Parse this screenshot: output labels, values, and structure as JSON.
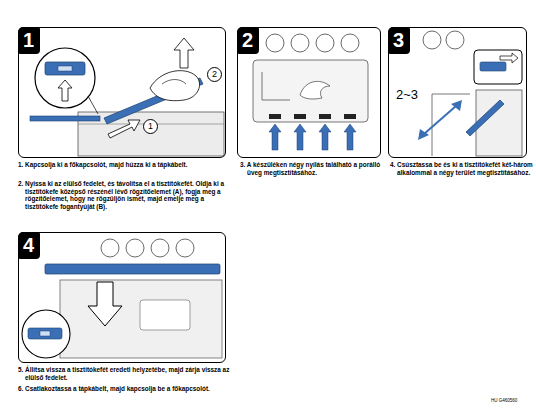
{
  "diagram": {
    "nodes": [
      {
        "text": [
          "1"
        ]
      },
      {
        "text": [
          "1"
        ],
        "in": 0
      },
      {
        "text": [
          "2"
        ],
        "in": 0
      },
      {
        "text": [
          "2"
        ]
      },
      {
        "text": [
          "3"
        ]
      },
      {
        "text": [
          "4"
        ]
      }
    ],
    "labels": [
      "1. Kapcsolja ki a főkapcsolót, majd húzza ki a tápkábelt.",
      "2. Nyissa ki az elülső fedelet, és távolítsa el a tisztítókefét. Oldja ki a tisztítókefe középső részénél lévő rögzítőelemet (A), fogja meg a rögzítőelemet, hogy ne rögzüljön ismét, majd emelje meg a tisztítókefe fogantyúját (B).",
      "3. A készüléken négy nyílás található a porálló üveg megtisztításához.",
      "2~3",
      "4. Csúsztassa be és ki a tisztítókefét két-három alkalommal a négy terület megtisztításához.",
      "5. Állítsa vissza a tisztítókefét eredeti helyzetébe, majd zárja vissza az elülső fedelet.",
      "6. Csatlakoztassa a tápkábelt, majd kapcsolja be a főkapcsolót.",
      "HU G460560"
    ]
  }
}
